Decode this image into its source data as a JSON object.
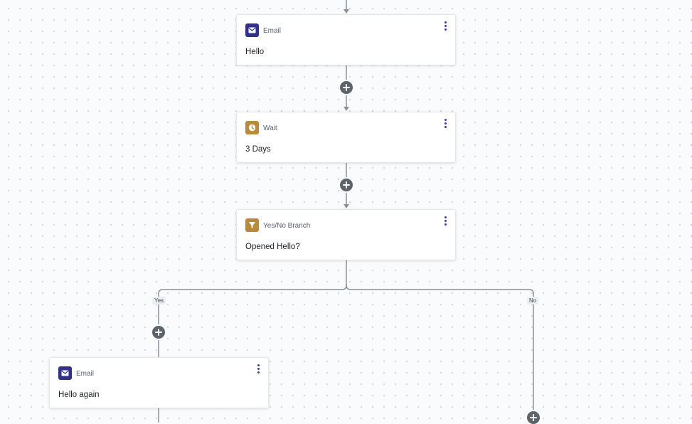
{
  "colors": {
    "email_icon_bg": "#33308c",
    "wait_icon_bg": "#b98a39",
    "branch_icon_bg": "#b98a39",
    "menu_dots": "#3b3ea8",
    "connector": "#8a9099",
    "add_button": "#5d636b"
  },
  "nodes": [
    {
      "id": "email-hello",
      "type_label": "Email",
      "title": "Hello",
      "icon": "envelope-icon"
    },
    {
      "id": "wait-3-days",
      "type_label": "Wait",
      "title": "3 Days",
      "icon": "clock-icon"
    },
    {
      "id": "branch-opened",
      "type_label": "Yes/No Branch",
      "title": "Opened Hello?",
      "icon": "filter-icon"
    },
    {
      "id": "email-hello-again",
      "type_label": "Email",
      "title": "Hello again",
      "icon": "envelope-icon"
    }
  ],
  "branches": {
    "yes_label": "Yes",
    "no_label": "No"
  },
  "controls": {
    "add_step_icon": "plus-circle-icon",
    "node_menu_icon": "vertical-dots-icon"
  }
}
